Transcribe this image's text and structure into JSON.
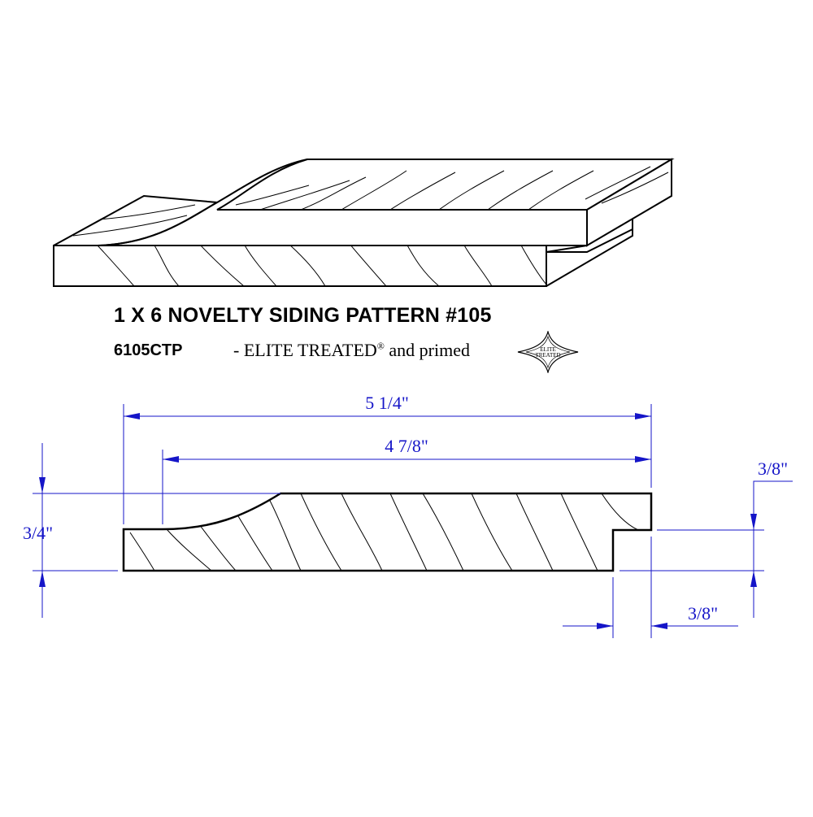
{
  "title": "1 X 6 NOVELTY SIDING PATTERN #105",
  "product_code": "6105CTP",
  "description": {
    "prefix": "- ELITE TREATED",
    "registered_mark": "®",
    "suffix": " and primed"
  },
  "logo": {
    "line1": "ELITE",
    "line2": "TREATED",
    "icon": "elite-treated-diamond-logo"
  },
  "dimensions": {
    "overall_width": "5 1/4\"",
    "face_width": "4 7/8\"",
    "thickness": "3/4\"",
    "rabbet_depth": "3/8\"",
    "rabbet_width": "3/8\""
  },
  "colors": {
    "linework": "#000000",
    "dimension": "#1515c8"
  }
}
